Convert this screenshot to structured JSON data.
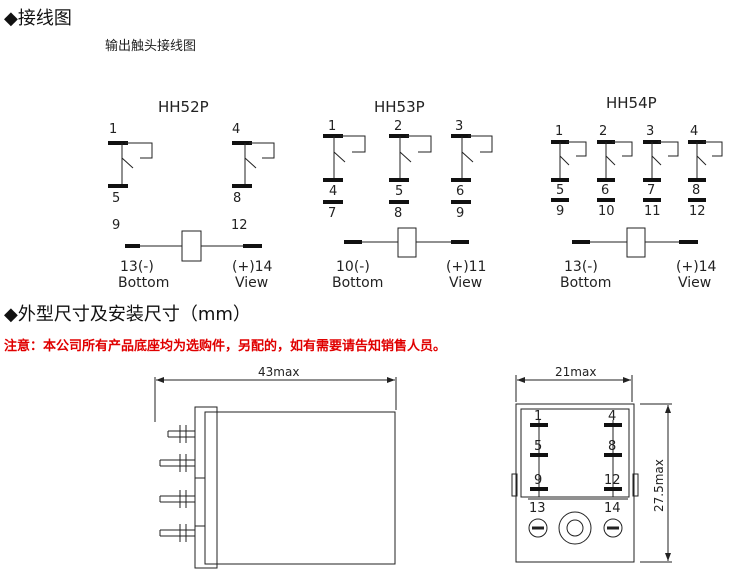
{
  "headings": {
    "wiring": "◆接线图",
    "dimensions": "◆外型尺寸及安装尺寸（mm）"
  },
  "subtitle": "输出触头接线图",
  "note": "注意：本公司所有产品底座均为选购件，另配的，如有需要请告知销售人员。",
  "diagrams": [
    {
      "model": "HH52P",
      "pins": [
        "1",
        "4",
        "5",
        "8",
        "9",
        "12"
      ],
      "coil_left": "13(-)",
      "coil_right": "(+)14",
      "bottom": "Bottom",
      "view": "View"
    },
    {
      "model": "HH53P",
      "pins": [
        "1",
        "2",
        "3",
        "4",
        "5",
        "6",
        "7",
        "8",
        "9"
      ],
      "coil_left": "10(-)",
      "coil_right": "(+)11",
      "bottom": "Bottom",
      "view": "View"
    },
    {
      "model": "HH54P",
      "pins": [
        "1",
        "2",
        "3",
        "4",
        "5",
        "6",
        "7",
        "8",
        "9",
        "10",
        "11",
        "12"
      ],
      "coil_left": "13(-)",
      "coil_right": "(+)14",
      "bottom": "Bottom",
      "view": "View"
    }
  ],
  "dimensions": {
    "side_width": "43max",
    "front_width": "21max",
    "front_height": "27.5max",
    "front_pins": [
      "1",
      "4",
      "5",
      "8",
      "9",
      "12",
      "13",
      "14"
    ]
  }
}
